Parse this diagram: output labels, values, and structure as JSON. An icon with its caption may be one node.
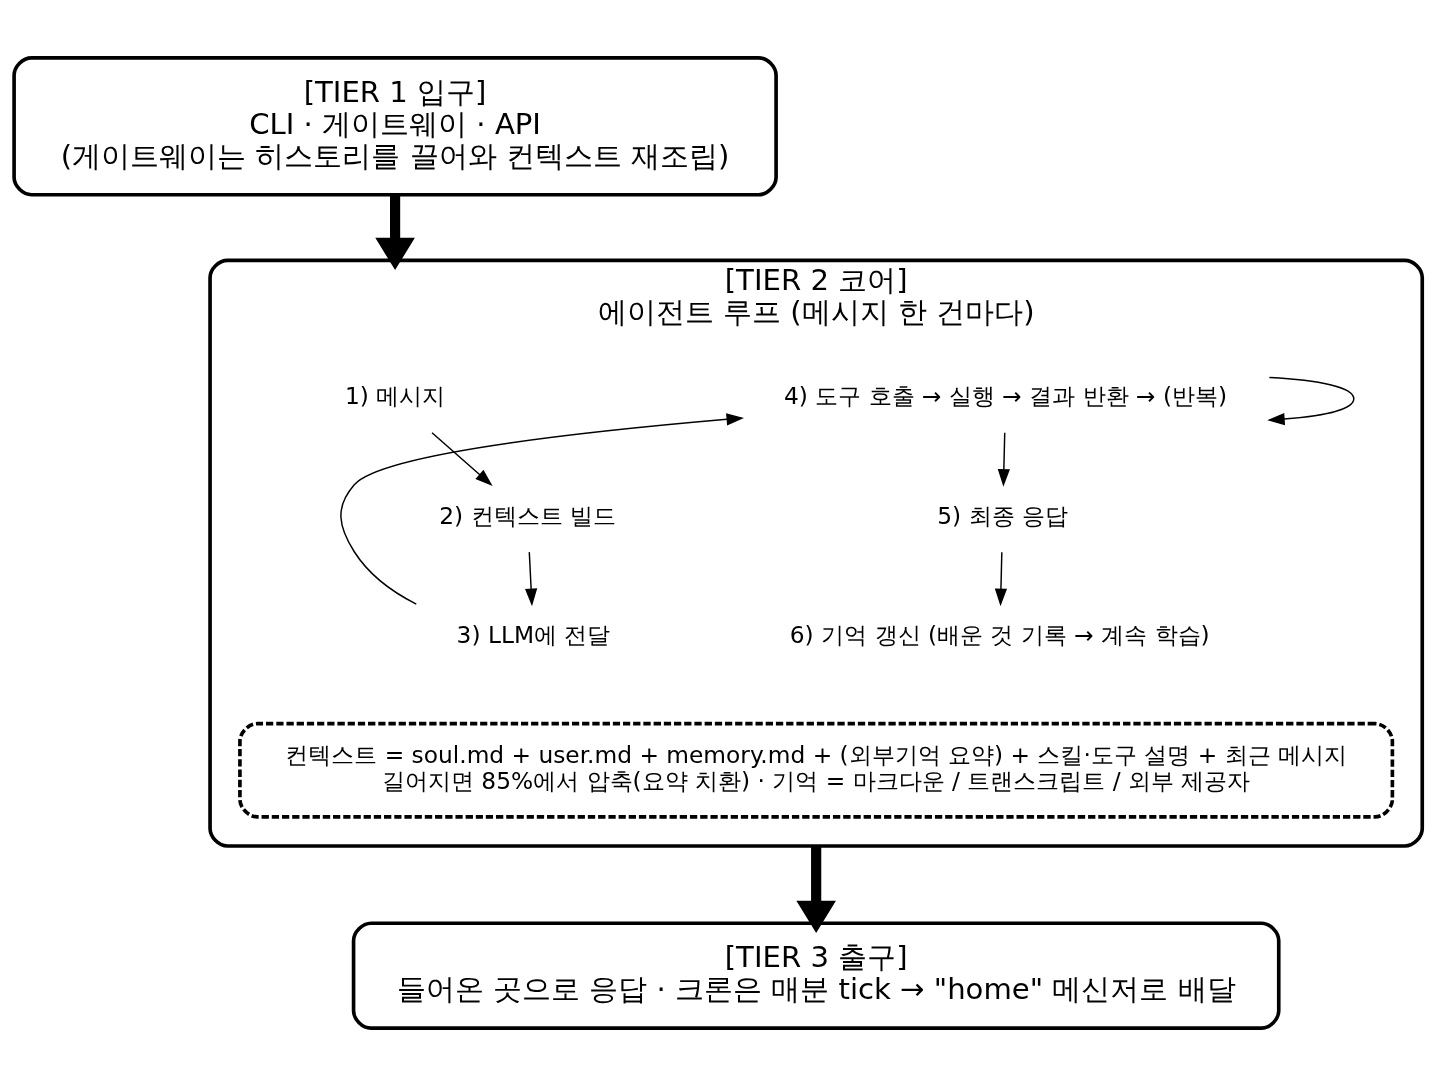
{
  "diagram": {
    "nodes": [
      {
        "text": [
          "[TIER 1 입구]",
          "CLI · 게이트웨이 · API",
          "(게이트웨이는 히스토리를 끌어와 컨텍스트 재조립)"
        ]
      },
      {
        "text": [
          "[TIER 2 코어]",
          "에이전트 루프 (메시지 한 건마다)"
        ]
      },
      {
        "text": [
          "1) 메시지"
        ],
        "in": 1
      },
      {
        "text": [
          "2) 컨텍스트 빌드"
        ],
        "in": 1
      },
      {
        "text": [
          "3) LLM에 전달"
        ],
        "in": 1
      },
      {
        "text": [
          "4) 도구 호출 → 실행 → 결과 반환 → (반복)"
        ],
        "in": 1
      },
      {
        "text": [
          "5) 최종 응답"
        ],
        "in": 1
      },
      {
        "text": [
          "6) 기억 갱신 (배운 것 기록 → 계속 학습)"
        ],
        "in": 1
      },
      {
        "text": [
          "컨텍스트 = soul.md + user.md + memory.md + (외부기억 요약) + 스킬·도구 설명 + 최근 메시지",
          "길어지면 85%에서 압축(요약 치환) · 기억 = 마크다운 / 트랜스크립트 / 외부 제공자"
        ],
        "in": 1
      },
      {
        "text": [
          "[TIER 3 출구]",
          "들어온 곳으로 응답 · 크론은 매분 tick → \"home\" 메신저로 배달"
        ]
      }
    ],
    "edges": [
      {
        "from": 0,
        "to": 1,
        "arrow": "to",
        "style": "thick"
      },
      {
        "from": 2,
        "to": 3,
        "arrow": "to"
      },
      {
        "from": 3,
        "to": 4,
        "arrow": "to"
      },
      {
        "from": 4,
        "to": 5,
        "arrow": "to"
      },
      {
        "from": 5,
        "to": 5,
        "arrow": "to"
      },
      {
        "from": 5,
        "to": 6,
        "arrow": "to"
      },
      {
        "from": 6,
        "to": 7,
        "arrow": "to"
      },
      {
        "from": 1,
        "to": 9,
        "arrow": "to",
        "style": "thick"
      }
    ]
  }
}
